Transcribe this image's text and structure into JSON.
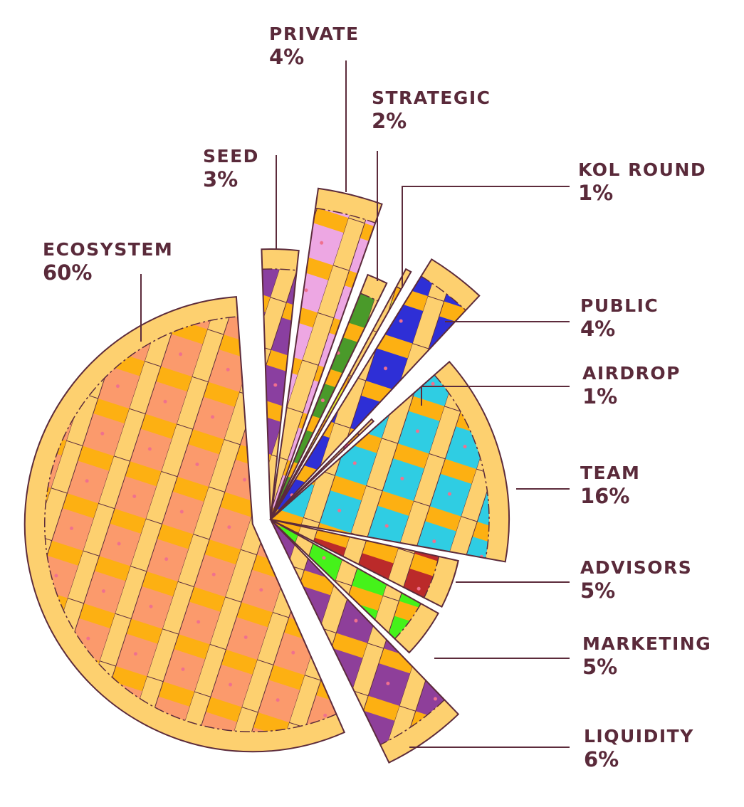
{
  "chart_data": {
    "type": "pie",
    "title": "",
    "unit": "%",
    "slices": [
      {
        "label": "SEED",
        "value": 3,
        "display": "3%",
        "color": "#8a3fa0"
      },
      {
        "label": "PRIVATE",
        "value": 4,
        "display": "4%",
        "color": "#eda7e3"
      },
      {
        "label": "STRATEGIC",
        "value": 2,
        "display": "2%",
        "color": "#4a9a2a"
      },
      {
        "label": "KOL ROUND",
        "value": 1,
        "display": "1%",
        "color": "#e8f52a"
      },
      {
        "label": "PUBLIC",
        "value": 4,
        "display": "4%",
        "color": "#2e2fd6"
      },
      {
        "label": "AIRDROP",
        "value": 1,
        "display": "1%",
        "color": "#ef4a8a"
      },
      {
        "label": "TEAM",
        "value": 16,
        "display": "16%",
        "color": "#2fcde3"
      },
      {
        "label": "ADVISORS",
        "value": 5,
        "display": "5%",
        "color": "#bb2a2a"
      },
      {
        "label": "MARKETING",
        "value": 5,
        "display": "5%",
        "color": "#45f21a"
      },
      {
        "label": "LIQUIDITY",
        "value": 6,
        "display": "6%",
        "color": "#8e3f9a"
      },
      {
        "label": "ECOSYSTEM",
        "value": 60,
        "display": "60%",
        "color": "#fb9a6c"
      }
    ],
    "crust_color": "#fdd06f",
    "lattice_color": "#fdb012",
    "outline_color": "#5c2b3b",
    "legend": "none"
  }
}
